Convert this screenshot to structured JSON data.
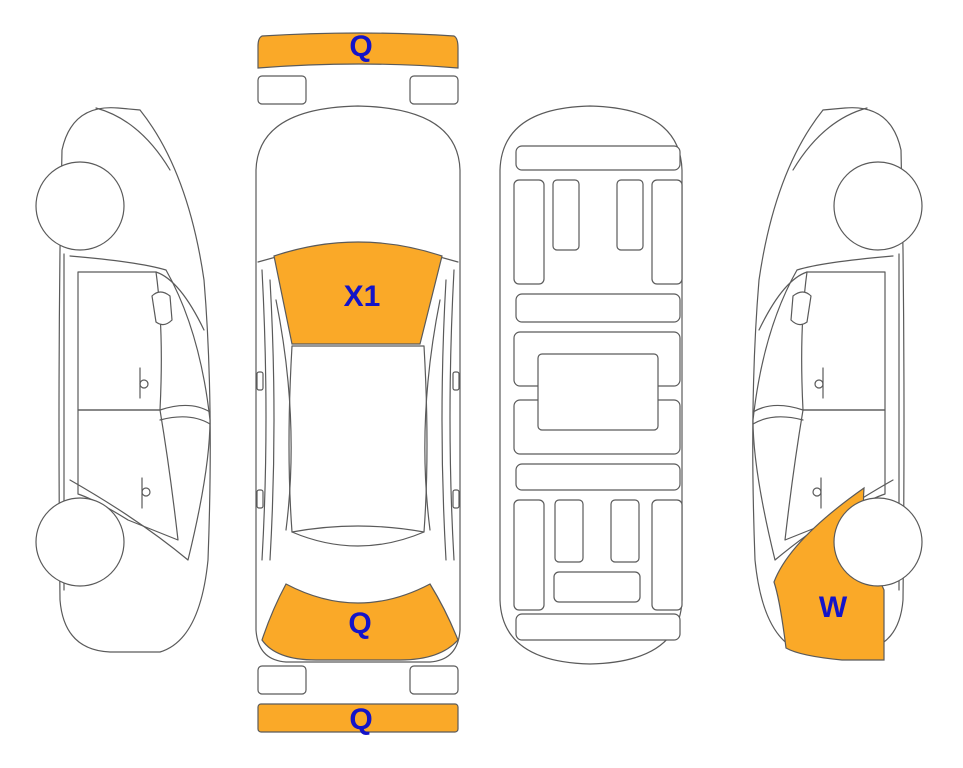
{
  "damage_fill": "#FAA928",
  "label_color": "#1414C8",
  "outline_color": "#5A5A5A",
  "damage_marks": [
    {
      "id": "front-bumper",
      "code": "Q"
    },
    {
      "id": "windshield",
      "code": "X1"
    },
    {
      "id": "rear-window",
      "code": "Q"
    },
    {
      "id": "rear-bumper",
      "code": "Q"
    },
    {
      "id": "right-rear-quarter",
      "code": "W"
    }
  ]
}
